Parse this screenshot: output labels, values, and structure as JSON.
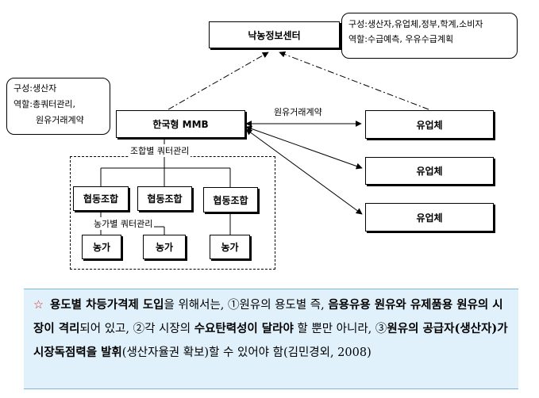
{
  "nodes": {
    "center": "낙농정보센터",
    "mmb": "한국형 MMB",
    "dairy_1": "유업체",
    "dairy_2": "유업체",
    "dairy_3": "유업체",
    "coop_1": "협동조합",
    "coop_2": "협동조합",
    "coop_3": "협동조합",
    "farm_1": "농가",
    "farm_2": "농가",
    "farm_3": "농가"
  },
  "notes": {
    "top_right": [
      "구성:생산자,유업체,정부,학계,소비자",
      "역할:수급예측, 우유수급계획"
    ],
    "left": [
      "구성:생산자",
      "역할:총쿼터관리,",
      "원유거래계약"
    ]
  },
  "labels": {
    "contract": "원유거래계약",
    "coop_quota": "조합별 쿼터관리",
    "farm_quota": "농가별 쿼터관리"
  },
  "text_block": {
    "star": "☆",
    "runs": [
      {
        "t": "용도별 차등가격제 도입",
        "b": true
      },
      {
        "t": "을 위해서는, ①원유의 용도별 즉, ",
        "b": false
      },
      {
        "t": "음용유용 원유와 유제품용 원유의 시장이 격리",
        "b": true
      },
      {
        "t": "되어 있고, ②각 시장의 ",
        "b": false
      },
      {
        "t": "수요탄력성이 달라야",
        "b": true
      },
      {
        "t": " 할 뿐만 아니라, ③",
        "b": false
      },
      {
        "t": "원유의 공급자(생산자)가 시장독점력을 발휘",
        "b": true
      },
      {
        "t": "(생산자율권 확보)할 수 있어야 함(김민경외, 2008)",
        "b": false
      }
    ]
  }
}
